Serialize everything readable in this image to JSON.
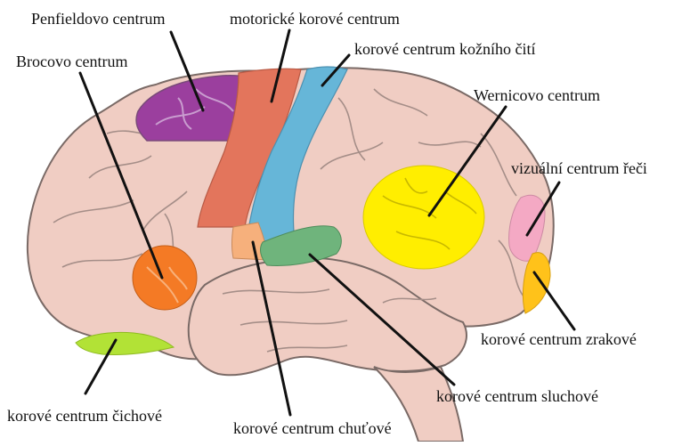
{
  "labels": {
    "penfield": "Penfieldovo centrum",
    "motor": "motorické korové centrum",
    "skin": "korové centrum kožního čití",
    "broca": "Brocovo centrum",
    "wernicke": "Wernicovo centrum",
    "visual_speech": "vizuální centrum řeči",
    "visual": "korové centrum zrakové",
    "auditory": "korové centrum sluchové",
    "smell": "korové centrum čichové",
    "taste": "korové centrum chuťové"
  },
  "colors": {
    "brain_fill": "#f0cdc3",
    "brain_outline": "#7a6a66",
    "penfield": "#9b3f9e",
    "motor": "#e3755c",
    "skin": "#66b6d8",
    "broca": "#f47a25",
    "wernicke": "#ffee00",
    "visual_speech": "#f4a9c4",
    "visual": "#ffc21a",
    "auditory": "#6fb47c",
    "smell": "#b2e236",
    "taste": "#f6b07c",
    "pointer": "#111111"
  }
}
